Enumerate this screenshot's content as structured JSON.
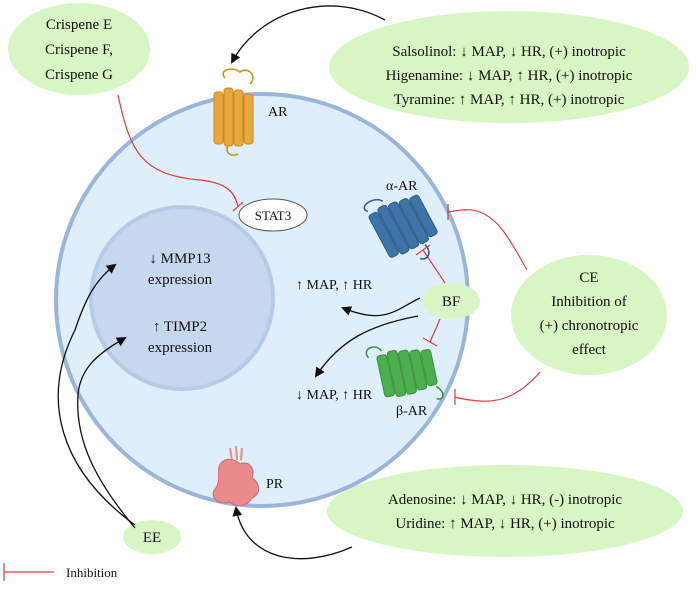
{
  "colors": {
    "cell_fill": "#deeefa",
    "cell_stroke": "#9bb4d9",
    "nucleus_fill": "#c6d8f0",
    "nucleus_stroke": "#b5cbe8",
    "bubble_fill": "#d8f5c4",
    "inhibition": "#e03c3c",
    "arrow": "#111111",
    "ar_receptor": "#e8a83d",
    "alpha_receptor": "#3d73a6",
    "beta_receptor": "#4cae4c",
    "pr_receptor": "#e98b8b"
  },
  "compounds_top_left": [
    "Crispene E",
    "Crispene F,",
    "Crispene G"
  ],
  "compounds_top_right": [
    "Salsolinol: ↓ MAP, ↓ HR, (+) inotropic",
    "Higenamine: ↓ MAP, ↑ HR, (+) inotropic",
    "Tyramine: ↑ MAP, ↑ HR, (+) inotropic"
  ],
  "compounds_bottom_right": [
    "Adenosine: ↓ MAP, ↓ HR, (-) inotropic",
    "Uridine: ↑ MAP, ↓ HR, (+) inotropic"
  ],
  "ce_bubble": [
    "CE",
    "Inhibition of",
    "(+) chronotropic",
    "effect"
  ],
  "receptors": {
    "ar": "AR",
    "alpha_ar": "α-AR",
    "beta_ar": "β-AR",
    "pr": "PR"
  },
  "stat3": "STAT3",
  "nucleus_text": [
    "↓ MMP13",
    "expression",
    "↑ TIMP2",
    "expression"
  ],
  "effects": {
    "alpha_effect": "↑ MAP, ↑ HR",
    "beta_effect": "↓ MAP, ↑ HR"
  },
  "bf": "BF",
  "ee": "EE",
  "legend": {
    "label": "Inhibition"
  }
}
